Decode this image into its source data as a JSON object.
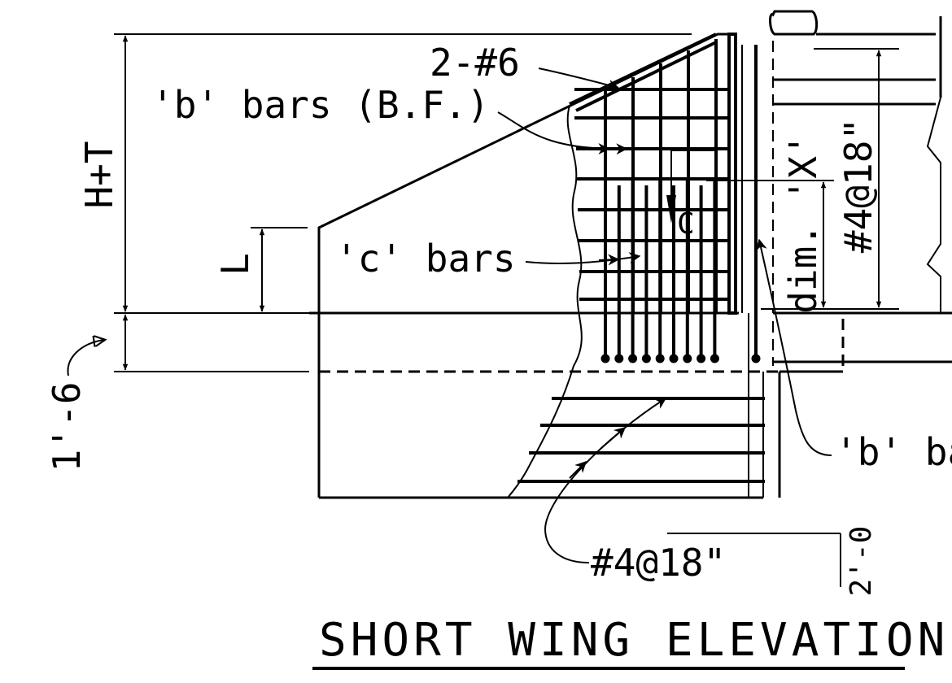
{
  "title": "SHORT WING ELEVATION",
  "labels": {
    "two_no6": "2-#6",
    "b_bars_bf": "'b' bars (B.F.)",
    "c_bars": "'c' bars",
    "c_mark": "C",
    "b_bars_right": "'b' ba",
    "no4_18_bottom": "#4@18\"",
    "no4_18_vertical": "#4@18\"",
    "dim_x": "dim. 'X'",
    "h_plus_t": "H+T",
    "l_dim": "L",
    "one_six": "1'-6",
    "two_zero": "2'-0"
  },
  "c_bar_count": 9
}
